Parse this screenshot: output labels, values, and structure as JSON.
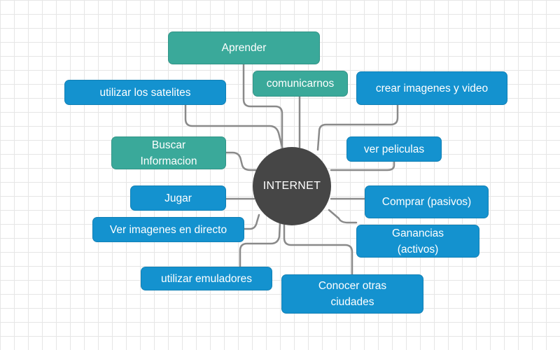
{
  "center": {
    "label": "INTERNET",
    "color": "#464646"
  },
  "colors": {
    "teal": "#3aa99a",
    "blue": "#1492cf",
    "connector": "#8a8a8a",
    "grid": "#e6e6e6"
  },
  "nodes": [
    {
      "id": "aprender",
      "label": "Aprender",
      "color": "teal"
    },
    {
      "id": "comunicarnos",
      "label": "comunicarnos",
      "color": "teal"
    },
    {
      "id": "utilizar-satelites",
      "label": "utilizar los satelites",
      "color": "blue"
    },
    {
      "id": "crear-imagenes",
      "label": "crear imagenes y video",
      "color": "blue"
    },
    {
      "id": "buscar-informacion",
      "label": "Buscar\nInformacion",
      "color": "teal"
    },
    {
      "id": "ver-peliculas",
      "label": "ver peliculas",
      "color": "blue"
    },
    {
      "id": "jugar",
      "label": "Jugar",
      "color": "blue"
    },
    {
      "id": "comprar",
      "label": "Comprar  (pasivos)",
      "color": "blue"
    },
    {
      "id": "ver-imagenes-directo",
      "label": "Ver imagenes en directo",
      "color": "blue"
    },
    {
      "id": "ganancias",
      "label": "Ganancias\n(activos)",
      "color": "blue"
    },
    {
      "id": "utilizar-emuladores",
      "label": "utilizar emuladores",
      "color": "blue"
    },
    {
      "id": "conocer-ciudades",
      "label": "Conocer otras\nciudades",
      "color": "blue"
    }
  ]
}
